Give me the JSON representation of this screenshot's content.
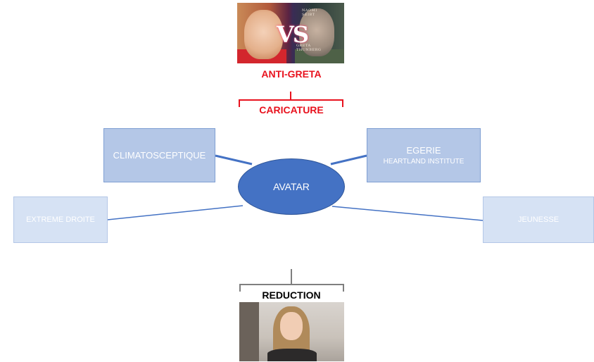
{
  "image_top": {
    "vs_text": "VS",
    "name_top": "NAOMI SEIBT",
    "name_bottom": "GRETA THUNBERG"
  },
  "label_top": "ANTI-GRETA",
  "label_caricature": "CARICATURE",
  "center": "AVATAR",
  "nodes": {
    "climatosceptique": "CLIMATOSCEPTIQUE",
    "egerie_title": "EGERIE",
    "egerie_sub": "HEARTLAND INSTITUTE",
    "extreme_droite": "EXTREME DROITE",
    "jeunesse": "JEUNESSE"
  },
  "label_reduction": "REDUCTION",
  "colors": {
    "accent_red": "#e8121e",
    "ellipse_fill": "#4472c4",
    "box_strong": "#b4c7e7",
    "box_light": "#d6e2f4",
    "connector": "#4472c4",
    "bracket_gray": "#7f7f7f"
  }
}
